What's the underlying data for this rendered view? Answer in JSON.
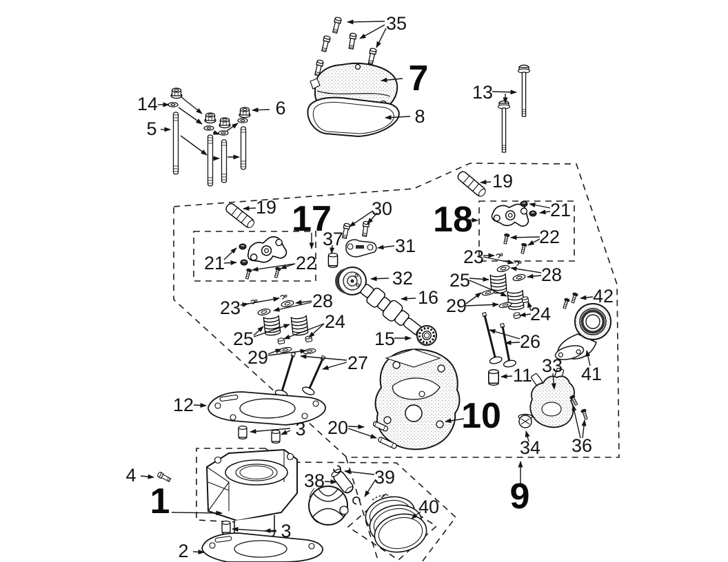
{
  "figure": {
    "kind": "exploded-parts-diagram",
    "background": "#ffffff",
    "ink": "#141414",
    "emphasized_callouts": [
      "1",
      "7",
      "9",
      "10",
      "17",
      "18"
    ]
  },
  "callouts": {
    "n1": "1",
    "n2": "2",
    "n3": "3",
    "n4": "4",
    "n5": "5",
    "n6": "6",
    "n7": "7",
    "n8": "8",
    "n9": "9",
    "n10": "10",
    "n11": "11",
    "n12": "12",
    "n13": "13",
    "n14": "14",
    "n15": "15",
    "n16": "16",
    "n17": "17",
    "n18": "18",
    "n19": "19",
    "n20": "20",
    "n21": "21",
    "n22": "22",
    "n23": "23",
    "n24": "24",
    "n25": "25",
    "n26": "26",
    "n27": "27",
    "n28": "28",
    "n29": "29",
    "n30": "30",
    "n31": "31",
    "n32": "32",
    "n33": "33",
    "n34": "34",
    "n35": "35",
    "n36": "36",
    "n37": "37",
    "n38": "38",
    "n39": "39",
    "n40": "40",
    "n41": "41",
    "n42": "42"
  }
}
